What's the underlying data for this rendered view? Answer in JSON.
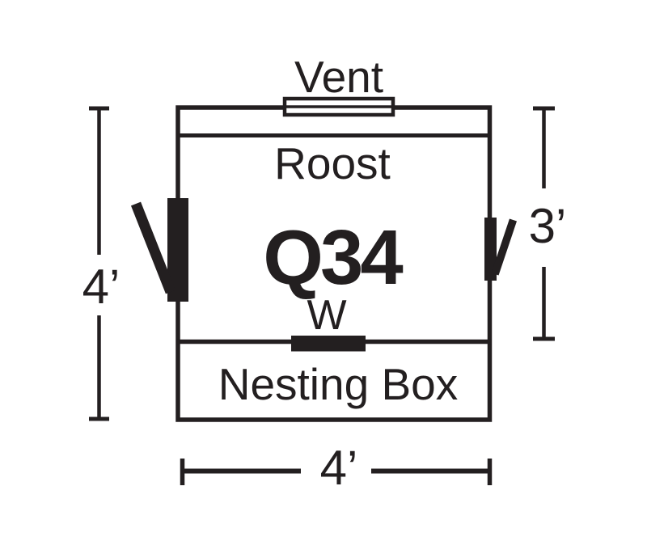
{
  "diagram": {
    "type": "chicken-coop-floor-plan",
    "product_code": "Q34",
    "labels": {
      "vent": "Vent",
      "roost": "Roost",
      "window": "W",
      "nesting_box": "Nesting Box"
    },
    "dimensions": {
      "left_height": "4’",
      "right_height": "3’",
      "bottom_width": "4’"
    },
    "symbols": [
      "vent-hatch",
      "large-door-with-swing-left-wall",
      "small-door-with-swing-right-wall",
      "window-bar-on-divider"
    ],
    "colors": {
      "ink": "#231f20",
      "background": "#ffffff"
    }
  }
}
